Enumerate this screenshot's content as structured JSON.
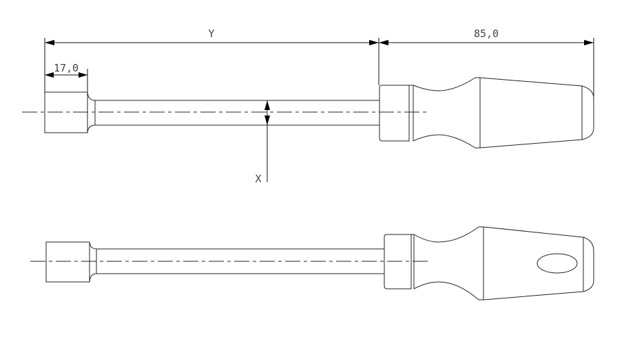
{
  "drawing": {
    "dimensions": {
      "overall_shaft": "Y",
      "handle_length": "85,0",
      "socket_length": "17,0",
      "shaft_diameter": "X"
    },
    "views": [
      "top-view",
      "side-view"
    ]
  }
}
